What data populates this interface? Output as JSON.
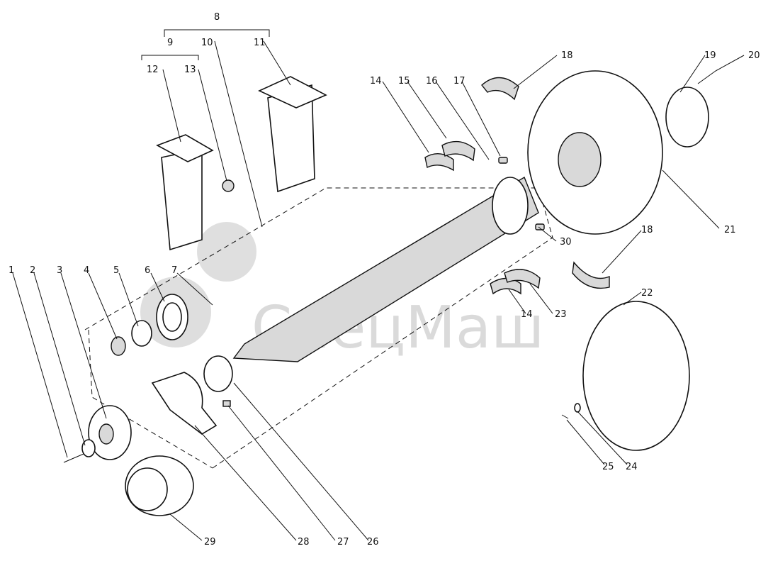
{
  "watermark": {
    "text": "СпецМаш",
    "color": "#bdbdbd"
  },
  "callouts": [
    "1",
    "2",
    "3",
    "4",
    "5",
    "6",
    "7",
    "8",
    "9",
    "10",
    "11",
    "12",
    "13",
    "14",
    "15",
    "16",
    "17",
    "18",
    "19",
    "20",
    "21",
    "22",
    "23",
    "24",
    "25",
    "26",
    "27",
    "28",
    "29",
    "30"
  ],
  "extra_callouts": [
    "14",
    "18"
  ]
}
